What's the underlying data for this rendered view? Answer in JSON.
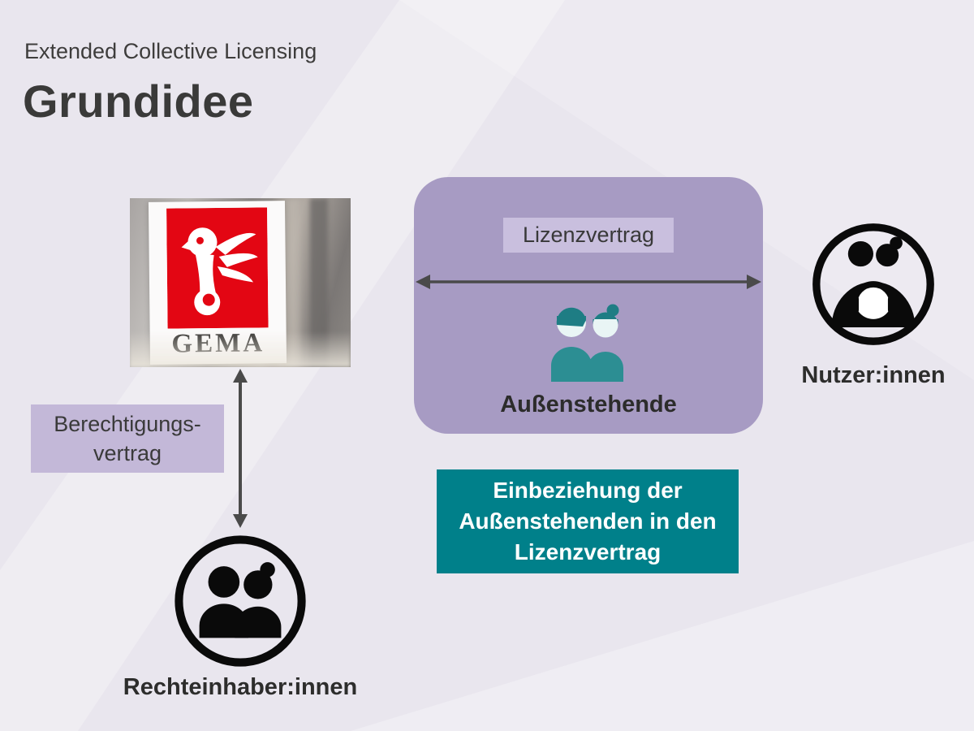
{
  "slide": {
    "kicker": "Extended Collective Licensing",
    "title": "Grundidee"
  },
  "gema": {
    "sign_text": "GEMA"
  },
  "center_box": {
    "license_label": "Lizenzvertrag",
    "outsiders_label": "Außenstehende"
  },
  "left_flow": {
    "contract_line1": "Berechtigungs-",
    "contract_line2": "vertrag",
    "rights_holders_label": "Rechteinhaber:innen"
  },
  "right_flow": {
    "users_label": "Nutzer:innen"
  },
  "callout": {
    "line1": "Einbeziehung der",
    "line2": "Außenstehenden in den",
    "line3": "Lizenzvertrag"
  },
  "colors": {
    "background": "#e9e6ee",
    "panel_purple": "#a79bc3",
    "label_purple": "#c3b8d8",
    "callout_teal": "#00808a",
    "person_teal": "#2c8e93",
    "gema_red": "#e30613",
    "arrow_gray": "#4a4a4a"
  }
}
